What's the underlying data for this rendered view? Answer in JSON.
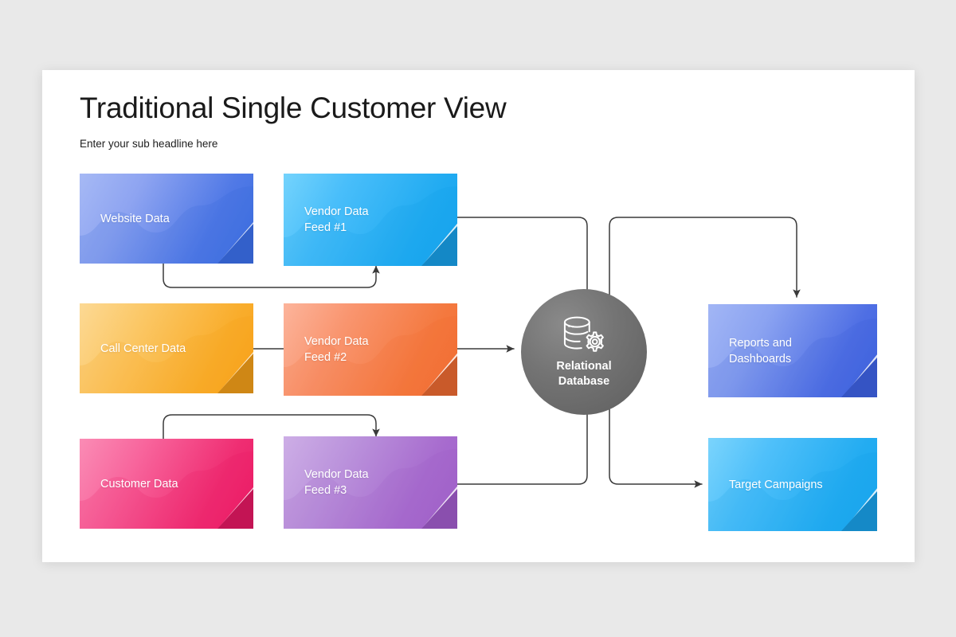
{
  "background_color": "#e9e9e9",
  "slide": {
    "background_color": "#ffffff"
  },
  "header": {
    "title": "Traditional Single Customer View",
    "subtitle": "Enter your sub headline here"
  },
  "diagram": {
    "type": "flow-diagram",
    "hub": {
      "label": "Relational\nDatabase",
      "icon": "database-gear-icon",
      "color": "#6e6e6e"
    },
    "sources": [
      {
        "id": "website-data",
        "label": "Website Data",
        "color_from": "#93aaf0",
        "color_to": "#3d6fe0",
        "fold": "#3360ca"
      },
      {
        "id": "call-center-data",
        "label": "Call Center Data",
        "color_from": "#fcd083",
        "color_to": "#f9a21b",
        "fold": "#cf8715"
      },
      {
        "id": "customer-data",
        "label": "Customer Data",
        "color_from": "#f97ba9",
        "color_to": "#ec1d67",
        "fold": "#c31454"
      }
    ],
    "feeds": [
      {
        "id": "vendor-feed-1",
        "label": "Vendor Data\nFeed #1",
        "color_from": "#61c9fb",
        "color_to": "#17a6ef",
        "fold": "#1488c6"
      },
      {
        "id": "vendor-feed-2",
        "label": "Vendor Data\nFeed #2",
        "color_from": "#fba283",
        "color_to": "#f36f35",
        "fold": "#c95a2a"
      },
      {
        "id": "vendor-feed-3",
        "label": "Vendor Data\nFeed #3",
        "color_from": "#c5a3e0",
        "color_to": "#a162ca",
        "fold": "#8a4fae"
      }
    ],
    "outputs": [
      {
        "id": "reports-dashboards",
        "label": "Reports and\nDashboards",
        "color_from": "#8fa8f2",
        "color_to": "#3f63e0",
        "fold": "#3554c4"
      },
      {
        "id": "target-campaigns",
        "label": "Target Campaigns",
        "color_from": "#6ccdfb",
        "color_to": "#19a7ef",
        "fold": "#1589c7"
      }
    ],
    "connector_color": "#3a3a3a",
    "connectors": [
      {
        "from": "website-data",
        "to": "vendor-feed-1",
        "style": "down-across-up"
      },
      {
        "from": "call-center-data",
        "to": "vendor-feed-2",
        "style": "straight"
      },
      {
        "from": "customer-data",
        "to": "vendor-feed-3",
        "style": "up-across-down"
      },
      {
        "from": "vendor-feed-1",
        "to": "hub",
        "style": "across-down"
      },
      {
        "from": "vendor-feed-2",
        "to": "hub",
        "style": "straight"
      },
      {
        "from": "vendor-feed-3",
        "to": "hub",
        "style": "across-up"
      },
      {
        "from": "hub",
        "to": "reports-dashboards",
        "style": "up-across-down"
      },
      {
        "from": "hub",
        "to": "target-campaigns",
        "style": "down-across"
      }
    ]
  }
}
